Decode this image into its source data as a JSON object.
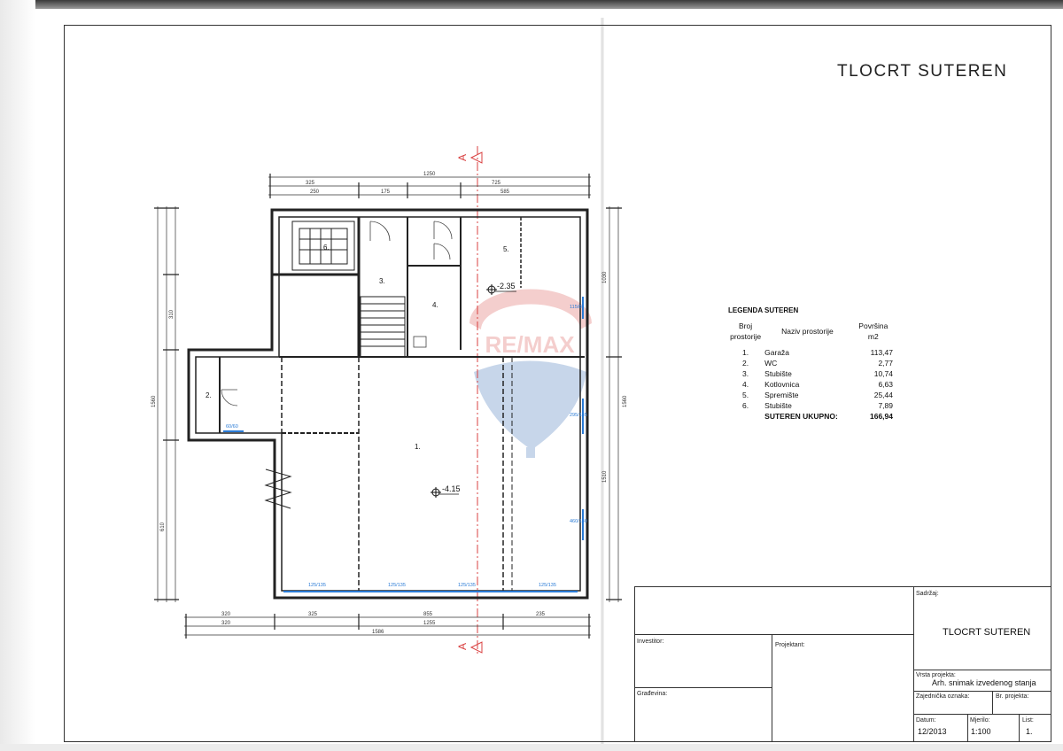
{
  "sheet": {
    "title": "TLOCRT SUTEREN"
  },
  "plan": {
    "section_marker": "A",
    "level_marks": [
      "-2.35",
      "-4.15"
    ],
    "rooms": [
      "1.",
      "2.",
      "3.",
      "4.",
      "5.",
      "6."
    ],
    "dims_top_outer": [
      "1250"
    ],
    "dims_top_mid": [
      "325",
      "725"
    ],
    "dims_top_inner": [
      "250",
      "175",
      "585"
    ],
    "dims_bottom_inner": [
      "320",
      "325",
      "855",
      "235"
    ],
    "dims_bottom_mid": [
      "320",
      "1255"
    ],
    "dims_bottom_outer": [
      "1586"
    ],
    "dims_right": [
      "1030",
      "1510",
      "1560"
    ],
    "dims_left": [
      "1560",
      "610",
      "310"
    ],
    "window_tags": [
      "115/88",
      "295/145",
      "460/140",
      "60/60",
      "125/135",
      "125/135",
      "125/135",
      "125/135"
    ]
  },
  "legend": {
    "title": "LEGENDA SUTEREN",
    "col_number": "Broj prostorije",
    "col_name": "Naziv prostorije",
    "col_area": "Površina m2",
    "rows": [
      {
        "num": "1.",
        "name": "Garaža",
        "area": "113,47"
      },
      {
        "num": "2.",
        "name": "WC",
        "area": "2,77"
      },
      {
        "num": "3.",
        "name": "Stubište",
        "area": "10,74"
      },
      {
        "num": "4.",
        "name": "Kotlovnica",
        "area": "6,63"
      },
      {
        "num": "5.",
        "name": "Spremište",
        "area": "25,44"
      },
      {
        "num": "6.",
        "name": "Stubište",
        "area": "7,89"
      }
    ],
    "total_label": "SUTEREN UKUPNO:",
    "total_area": "166,94"
  },
  "title_block": {
    "sadrzaj_label": "Sadržaj:",
    "sadrzaj_value": "TLOCRT SUTEREN",
    "investitor_label": "Investitor:",
    "projektant_label": "Projektant:",
    "gradevina_label": "Građevina:",
    "vrsta_label": "Vrsta projekta:",
    "vrsta_value": "Arh. snimak izvedenog stanja",
    "zajednicka_label": "Zajednička oznaka:",
    "br_projekta_label": "Br. projekta:",
    "datum_label": "Datum:",
    "datum_value": "12/2013",
    "mjerilo_label": "Mjerilo:",
    "mjerilo_value": "1:100",
    "list_label": "List:",
    "list_value": "1."
  },
  "watermark": {
    "text": "RE/MAX",
    "colors": {
      "red": "#d9534f",
      "blue": "#3b6fb6"
    }
  },
  "colors": {
    "wall": "#222222",
    "section_line": "#d94040",
    "window": "#2a7bd6",
    "paper": "#ffffff"
  }
}
